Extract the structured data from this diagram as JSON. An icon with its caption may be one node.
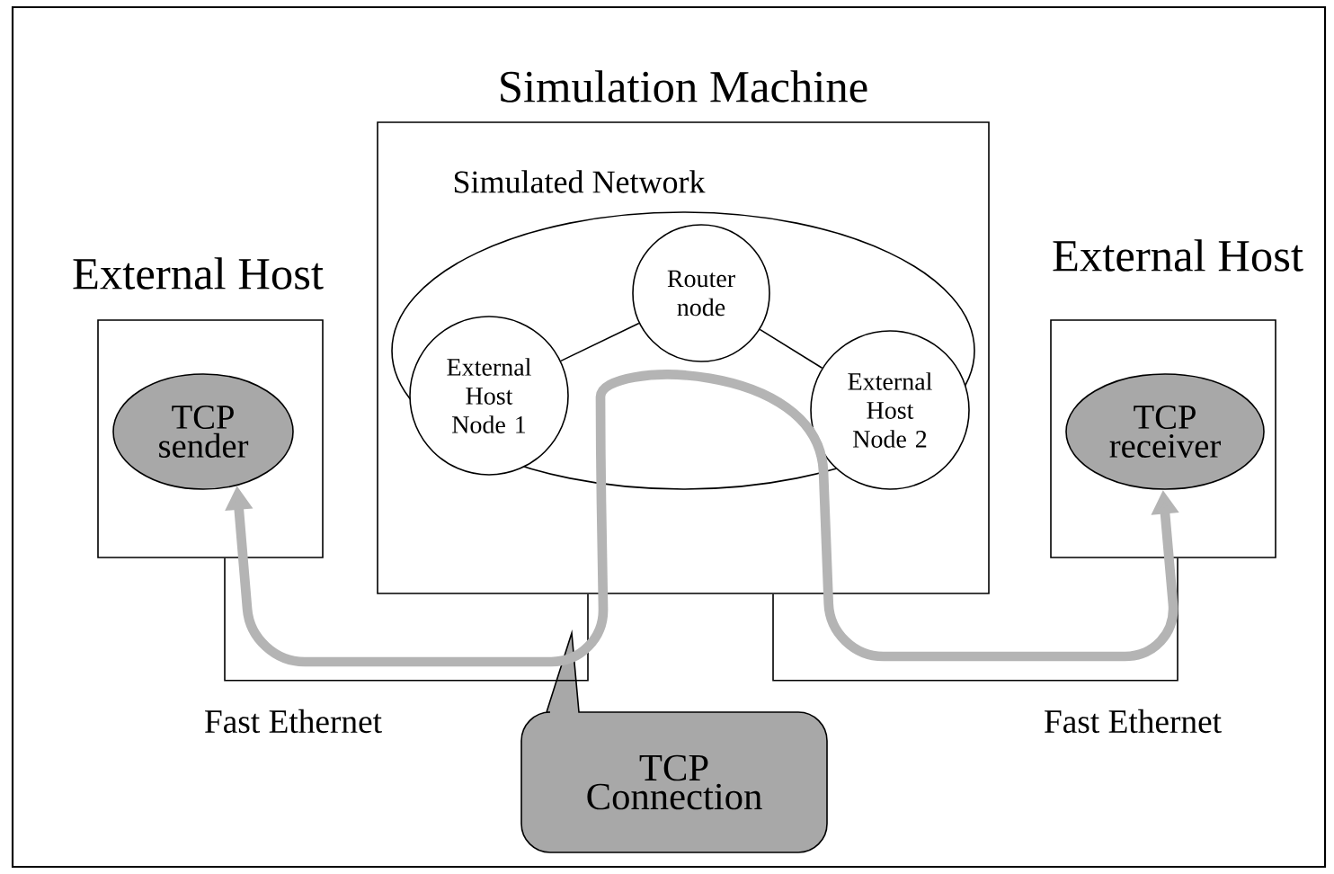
{
  "diagram": {
    "nodes": [
      {
        "text": [
          "Simulation Machine"
        ]
      },
      {
        "text": [
          "Simulated Network"
        ],
        "in": 0
      },
      {
        "text": [
          "Router node"
        ],
        "in": 1
      },
      {
        "text": [
          "External Host Node 1"
        ],
        "in": 1
      },
      {
        "text": [
          "External Host Node 2"
        ],
        "in": 1
      },
      {
        "text": [
          "External Host"
        ]
      },
      {
        "text": [
          "TCP sender"
        ],
        "in": 5
      },
      {
        "text": [
          "External Host"
        ]
      },
      {
        "text": [
          "TCP receiver"
        ],
        "in": 7
      },
      {
        "text": [
          "TCP Connection"
        ]
      }
    ],
    "edges": [
      {
        "from": 3,
        "to": 2,
        "arrow": "none"
      },
      {
        "from": 2,
        "to": 4,
        "arrow": "none"
      },
      {
        "from": 5,
        "to": 0,
        "arrow": "none",
        "label": "Fast Ethernet"
      },
      {
        "from": 0,
        "to": 7,
        "arrow": "none",
        "label": "Fast Ethernet"
      },
      {
        "from": 6,
        "to": 8,
        "arrow": "both",
        "style": "thick",
        "color": "#b4b4b4"
      }
    ]
  }
}
